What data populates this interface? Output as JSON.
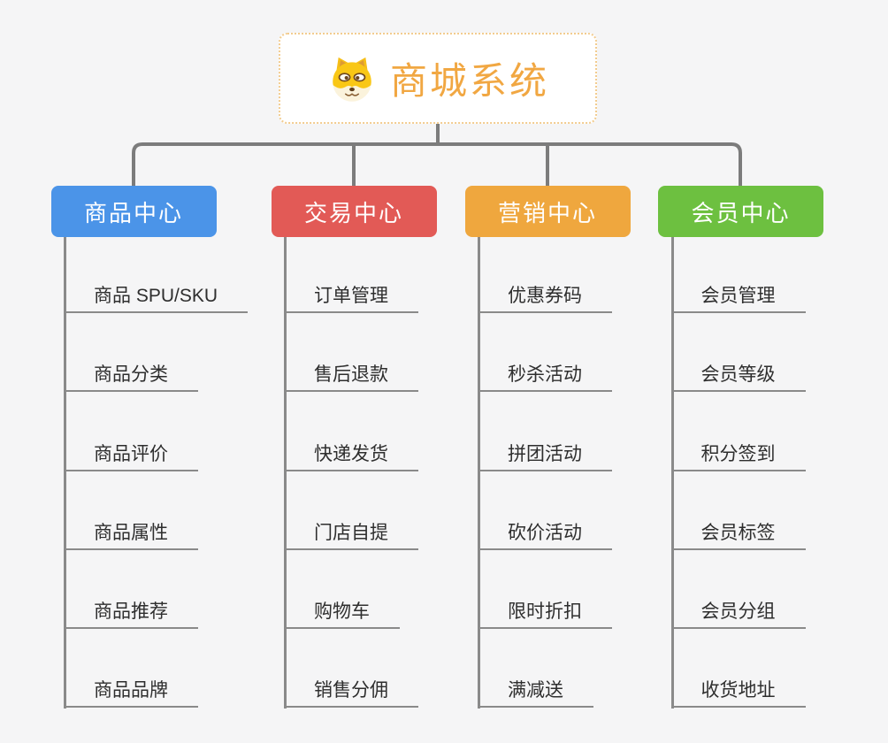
{
  "background_color": "#f5f5f6",
  "connector_color": "#7c7c7c",
  "underline_color": "#8a8a8a",
  "root": {
    "label": "商城系统",
    "icon": "shiba-dog-face-icon",
    "text_color": "#f1a742",
    "border_color": "#f2cc8f",
    "fill_color": "#ffffff"
  },
  "branches": [
    {
      "label": "商品中心",
      "color": "#4b94e8",
      "children": [
        "商品 SPU/SKU",
        "商品分类",
        "商品评价",
        "商品属性",
        "商品推荐",
        "商品品牌"
      ]
    },
    {
      "label": "交易中心",
      "color": "#e25a56",
      "children": [
        "订单管理",
        "售后退款",
        "快递发货",
        "门店自提",
        "购物车",
        "销售分佣"
      ]
    },
    {
      "label": "营销中心",
      "color": "#efa73e",
      "children": [
        "优惠券码",
        "秒杀活动",
        "拼团活动",
        "砍价活动",
        "限时折扣",
        "满减送"
      ]
    },
    {
      "label": "会员中心",
      "color": "#6dc040",
      "children": [
        "会员管理",
        "会员等级",
        "积分签到",
        "会员标签",
        "会员分组",
        "收货地址"
      ]
    }
  ]
}
